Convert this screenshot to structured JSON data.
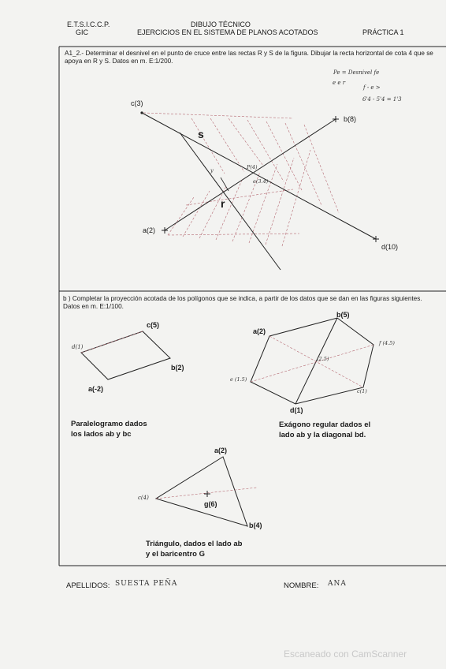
{
  "header": {
    "school": "E.T.S.I.C.C.P.",
    "dept": "GIC",
    "title": "DIBUJO TÉCNICO",
    "subtitle": "EJERCICIOS EN EL SISTEMA DE PLANOS ACOTADOS",
    "practice": "PRÁCTICA 1"
  },
  "part_a": {
    "statement": "A1_2.- Determinar el desnivel en el punto de cruce entre las rectas R y S de la figura. Dibujar la recta horizontal de cota 4 que se apoya en R y S. Datos en m. E:1/200.",
    "points": {
      "c": "c(3)",
      "b": "b(8)",
      "a": "a(2)",
      "d": "d(10)"
    },
    "line_s": "s",
    "line_r": "r",
    "marks": {
      "p": "P(4)",
      "e": "e(3.4)",
      "y": "y"
    },
    "notes": [
      "Pe = Desnivel fe",
      "e e r",
      "f - e >",
      "6'4 - 5'4 = 1'3"
    ]
  },
  "part_b": {
    "statement": "b ) Completar la proyección acotada de los polígonos que se indica, a partir de los datos que se dan en las figuras siguientes. Datos en m. E:1/100.",
    "parallelogram": {
      "a": "a(-2)",
      "b": "b(2)",
      "c": "c(5)",
      "d": "d(1)",
      "caption_1": "Paralelogramo dados",
      "caption_2": "los lados ab y bc"
    },
    "hexagon": {
      "a": "a(2)",
      "b": "b(5)",
      "d": "d(1)",
      "f": "f (4.5)",
      "c": "c(1)",
      "e": "e (1.5)",
      "mid": "(2.5)",
      "caption_1": "Exágono regular dados el",
      "caption_2": "lado ab y la diagonal bd."
    },
    "triangle": {
      "a": "a(2)",
      "b": "b(4)",
      "c": "c(4)",
      "g": "g(6)",
      "caption_1": "Triángulo, dados el lado ab",
      "caption_2": "y el baricentro G"
    }
  },
  "footer": {
    "surname_label": "APELLIDOS:",
    "surname_value": "SUESTA PEÑA",
    "name_label": "NOMBRE:",
    "name_value": "ANA"
  },
  "watermark": "Escaneado con CamScanner"
}
